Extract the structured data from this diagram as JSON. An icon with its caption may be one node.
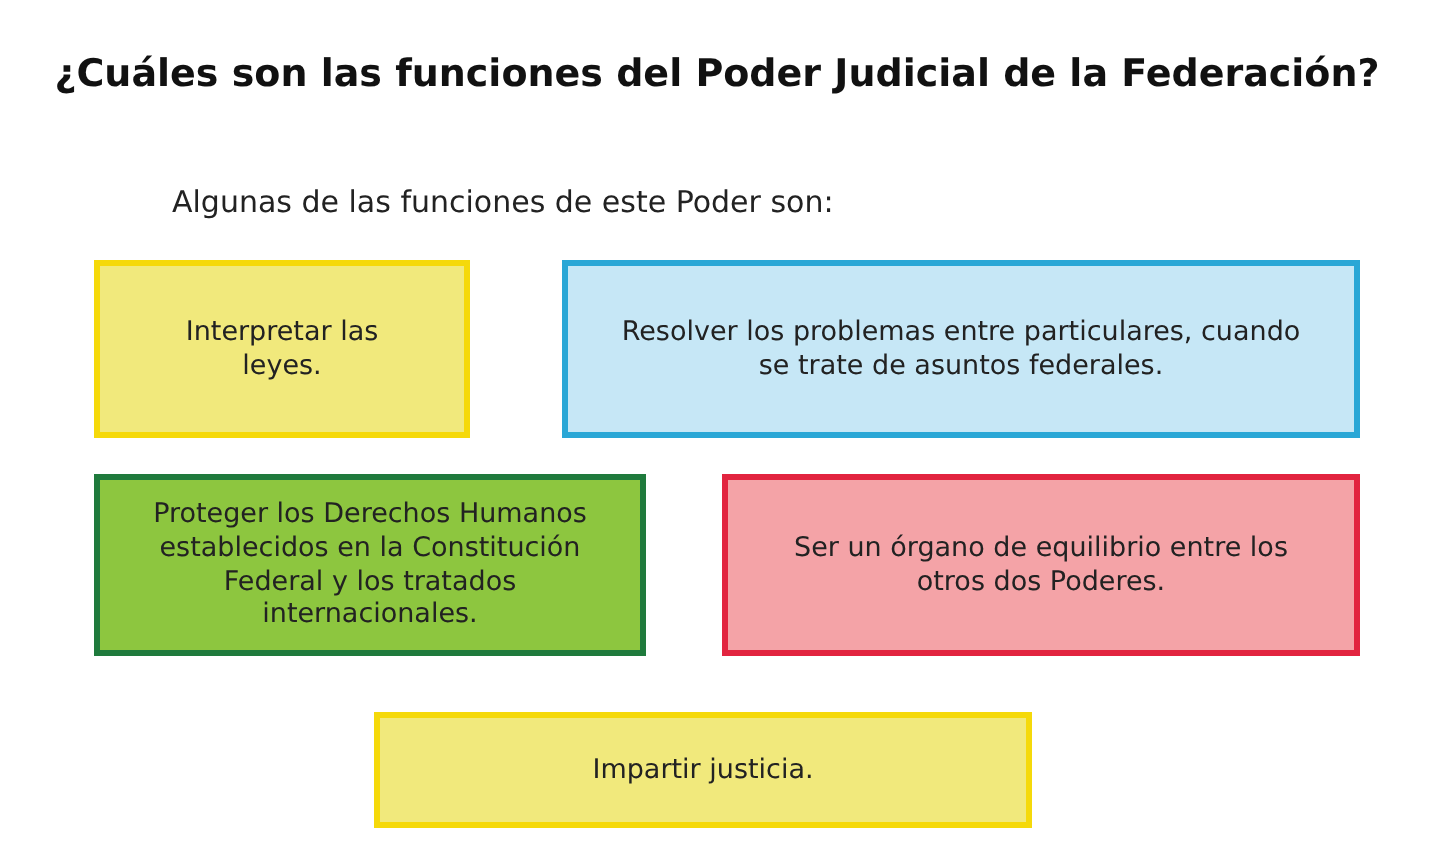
{
  "diagram": {
    "title": "¿Cuáles son las funciones del Poder Judicial de la Federación?",
    "nodes": [
      {
        "text": [
          "Interpretar las leyes."
        ]
      },
      {
        "text": [
          "Resolver los problemas entre particulares, cuando se trate de asuntos federales."
        ]
      },
      {
        "text": [
          "Proteger los Derechos Humanos establecidos en la Constitución Federal y los tratados internacionales."
        ]
      },
      {
        "text": [
          "Ser un órgano de equilibrio entre los otros dos Poderes."
        ]
      },
      {
        "text": [
          "Impartir justicia."
        ]
      }
    ],
    "labels": [
      "Algunas de las funciones de este Poder son:"
    ]
  }
}
